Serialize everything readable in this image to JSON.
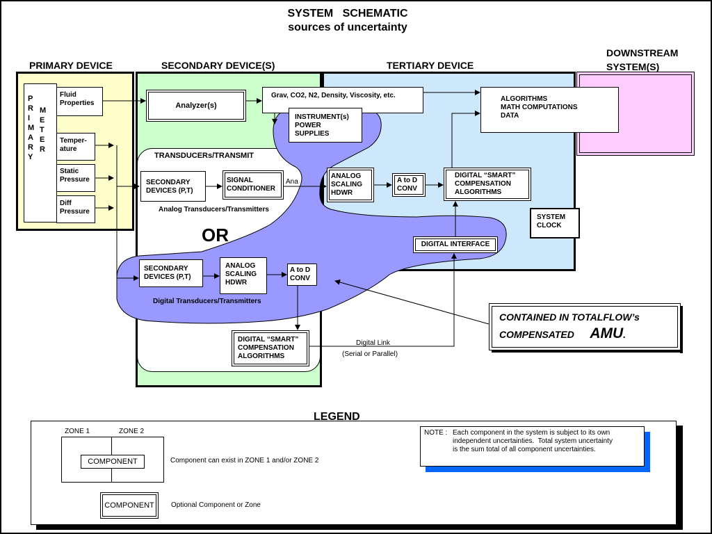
{
  "title": {
    "line1": "SYSTEM   SCHEMATIC",
    "line2": "sources of uncertainty"
  },
  "zones": {
    "primary": "PRIMARY DEVICE",
    "secondary": "SECONDARY DEVICE(S)",
    "tertiary": "TERTIARY DEVICE",
    "downstream": "DOWNSTREAM\nSYSTEM(S)"
  },
  "primary_meter": {
    "col1": "P\nR\nI\nM\nA\nR\nY",
    "col2": "M\nE\nT\nE\nR",
    "fluid": "Fluid\nProperties",
    "temp": "Temper-\nature",
    "static": "Static\nPressure",
    "diff": "Diff\nPressure"
  },
  "secondary": {
    "analyzer": "Analyzer(s)",
    "transducers_title": "TRANSDUCERs/TRANSMIT",
    "sec_devices_1": "SECONDARY\nDEVICES (P,T)",
    "signal_conditioner": "SIGNAL\nCONDITIONER",
    "analog_caption": "Analog Transducers/Transmitters",
    "or": "OR",
    "sec_devices_2": "SECONDARY\nDEVICES (P,T)",
    "analog_scaling_2": "ANALOG\nSCALING\nHDWR",
    "a_to_d_2": "A to D\nCONV",
    "digital_caption": "Digital Transducers/Transmitters",
    "smart_2": "DIGITAL “SMART”\nCOMPENSATION\nALGORITHMS"
  },
  "tertiary": {
    "grav": "Grav, CO2, N2, Density, Viscosity, etc.",
    "instrument": "INSTRUMENT(s)\nPOWER\nSUPPLIES",
    "analog_partial": "Ana",
    "analog_scaling_1": "ANALOG\nSCALING\nHDWR",
    "a_to_d_1": "A to D\nCONV",
    "smart_1": "DIGITAL “SMART”\nCOMPENSATION\nALGORITHMS",
    "algorithms": "ALGORITHMS\nMATH COMPUTATIONS\nDATA",
    "system_clock": "SYSTEM\nCLOCK",
    "digital_interface": "DIGITAL INTERFACE",
    "digital_link": "Digital Link",
    "digital_link_sub": "(Serial or Parallel)"
  },
  "totalflow": {
    "line1": "CONTAINED IN TOTALFLOW’s",
    "line2a": "COMPENSATED",
    "line2b": "AMU",
    "line2c": "."
  },
  "legend": {
    "title": "LEGEND",
    "zone1": "ZONE 1",
    "zone2": "ZONE 2",
    "component": "COMPONENT",
    "component_desc": "Component can exist in ZONE 1 and/or ZONE 2",
    "optional_component": "COMPONENT",
    "optional_desc": "Optional Component or Zone",
    "note_label": "NOTE :",
    "note_text": "Each component in the system is subject to its own\nindependent uncertainties.  Total system uncertainty\nis the sum total of all component uncertainties."
  },
  "colors": {
    "primary_zone": "#ffffcc",
    "secondary_zone": "#ccffcc",
    "tertiary_zone": "#cce8fa",
    "downstream_zone": "#ffccff",
    "amu_blob": "#9999ff",
    "note_shadow": "#0066ff"
  }
}
